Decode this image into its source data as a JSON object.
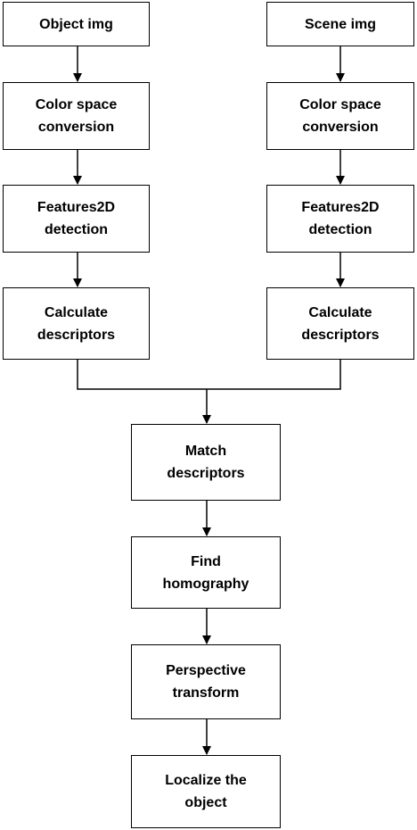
{
  "left_column": {
    "object_img": "Object img",
    "color_space": "Color space\nconversion",
    "features2d": "Features2D\ndetection",
    "calc_descriptors": "Calculate\ndescriptors"
  },
  "right_column": {
    "scene_img": "Scene img",
    "color_space": "Color space\nconversion",
    "features2d": "Features2D\ndetection",
    "calc_descriptors": "Calculate\ndescriptors"
  },
  "center_column": {
    "match_descriptors": "Match\ndescriptors",
    "find_homography": "Find\nhomography",
    "perspective_transform": "Perspective\ntransform",
    "localize_object": "Localize the\nobject"
  }
}
